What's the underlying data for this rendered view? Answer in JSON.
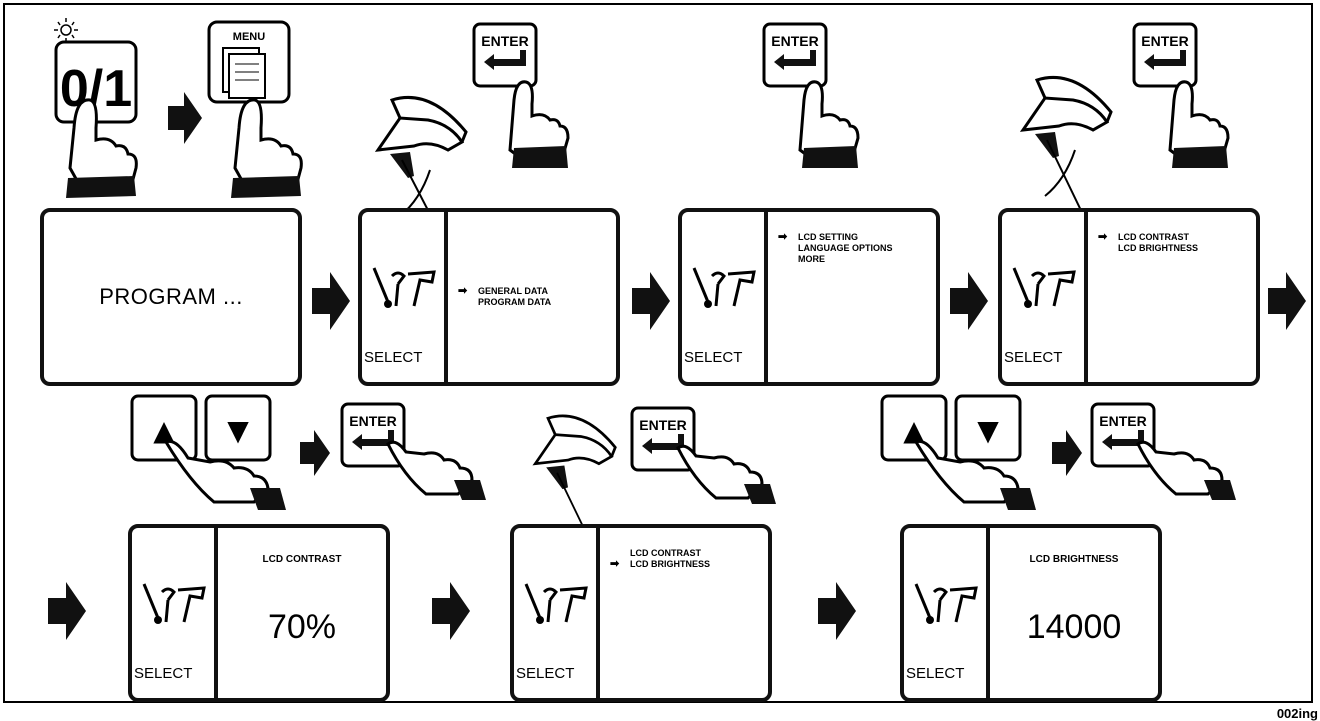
{
  "screens": {
    "program": {
      "text": "PROGRAM ..."
    },
    "general": {
      "side_label": "SELECT",
      "items": [
        "GENERAL DATA",
        "PROGRAM DATA"
      ],
      "selected": 0
    },
    "lcd_setting": {
      "side_label": "SELECT",
      "items": [
        "LCD SETTING",
        "LANGUAGE OPTIONS",
        "MORE"
      ],
      "selected": 0
    },
    "lcd_contrast_menu": {
      "side_label": "SELECT",
      "items": [
        "LCD CONTRAST",
        "LCD BRIGHTNESS"
      ],
      "selected": 0
    },
    "contrast_value": {
      "side_label": "SELECT",
      "label": "LCD CONTRAST",
      "value": "70%"
    },
    "lcd_brightness_menu": {
      "side_label": "SELECT",
      "items": [
        "LCD CONTRAST",
        "LCD BRIGHTNESS"
      ],
      "selected": 1
    },
    "brightness_value": {
      "side_label": "SELECT",
      "label": "LCD BRIGHTNESS",
      "value": "14000"
    }
  },
  "buttons": {
    "power": {
      "text": "0/1"
    },
    "menu": {
      "text": "MENU"
    },
    "enter": {
      "text": "ENTER"
    },
    "up": {
      "text": "▲"
    },
    "down": {
      "text": "▼"
    }
  },
  "arrow_glyph": "➡",
  "corner_code": "002ing"
}
